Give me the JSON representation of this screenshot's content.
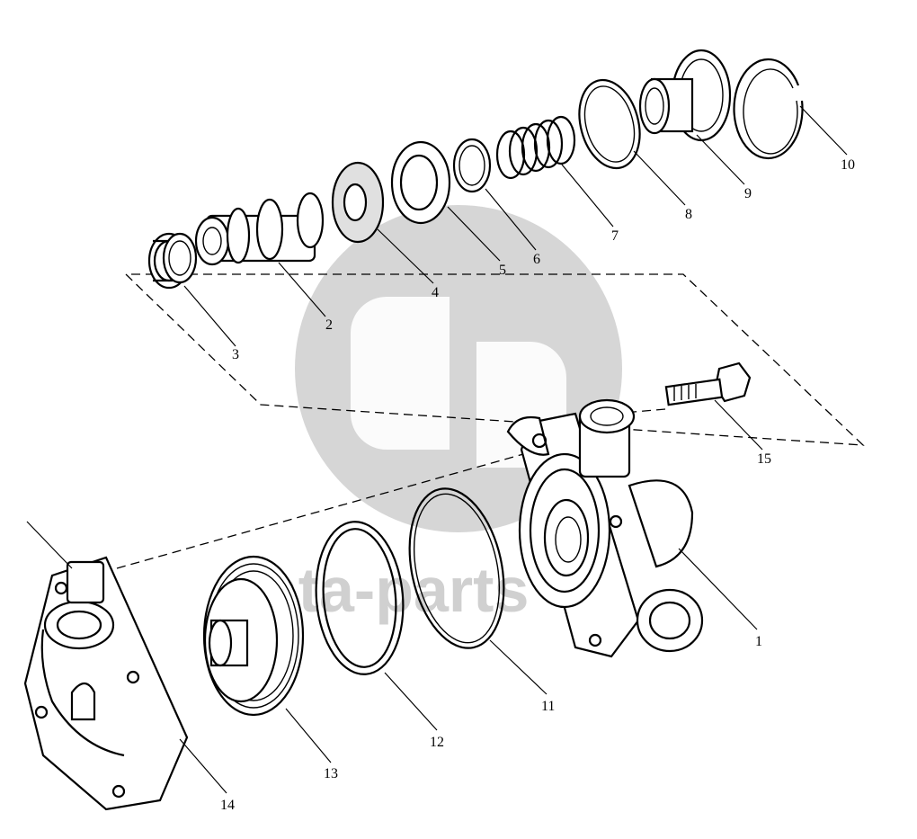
{
  "diagram": {
    "watermark": {
      "text": "data-parts",
      "icon": "logo-mark",
      "color": "#c8c8c8"
    },
    "callouts": [
      {
        "id": "1",
        "label": "1"
      },
      {
        "id": "2",
        "label": "2"
      },
      {
        "id": "3",
        "label": "3"
      },
      {
        "id": "4",
        "label": "4"
      },
      {
        "id": "5",
        "label": "5"
      },
      {
        "id": "6",
        "label": "6"
      },
      {
        "id": "7",
        "label": "7"
      },
      {
        "id": "8",
        "label": "8"
      },
      {
        "id": "9",
        "label": "9"
      },
      {
        "id": "10",
        "label": "10"
      },
      {
        "id": "11",
        "label": "11"
      },
      {
        "id": "12",
        "label": "12"
      },
      {
        "id": "13",
        "label": "13"
      },
      {
        "id": "14",
        "label": "14"
      },
      {
        "id": "15",
        "label": "15"
      }
    ]
  }
}
